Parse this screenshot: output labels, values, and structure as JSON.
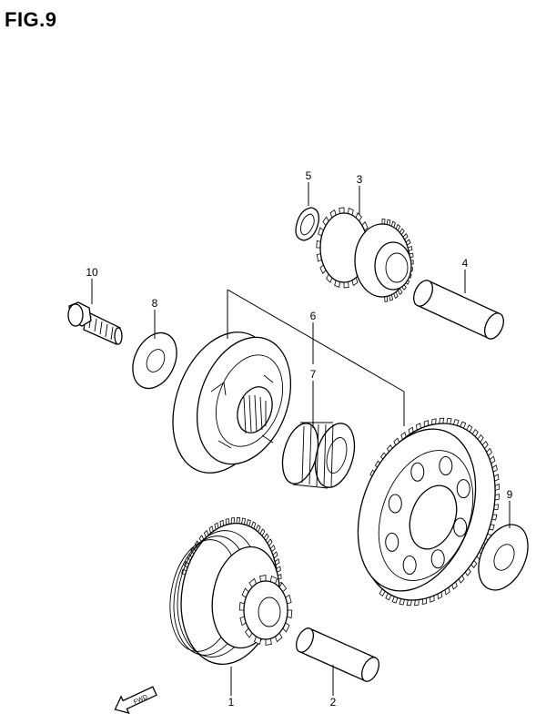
{
  "figure": {
    "title": "FIG.9"
  },
  "callouts": {
    "c1": "1",
    "c2": "2",
    "c3": "3",
    "c4": "4",
    "c5": "5",
    "c6": "6",
    "c7": "7",
    "c8": "8",
    "c9": "9",
    "c10": "10"
  },
  "fwd_label": "FWD"
}
